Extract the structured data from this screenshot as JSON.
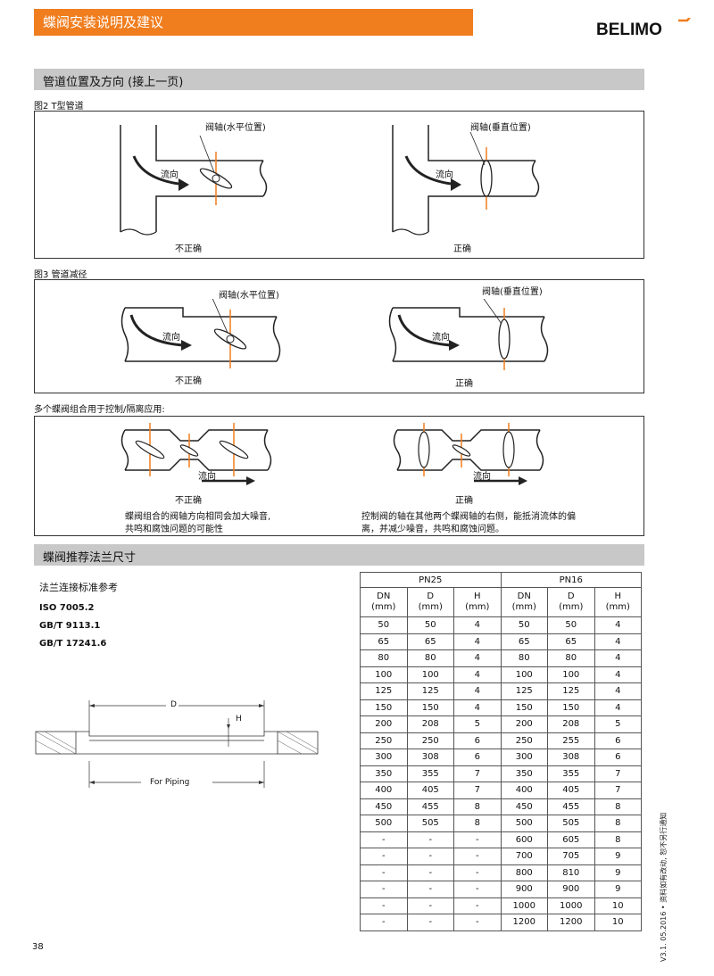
{
  "header": {
    "title": "蝶阀安装说明及建议",
    "brand": "BELIMO",
    "accent_color": "#f07d1e"
  },
  "section1": {
    "title": "管道位置及方向 (接上一页)",
    "fig2": {
      "caption": "图2  T型管道",
      "left": {
        "valve_label": "阀轴(水平位置)",
        "flow_label": "流向",
        "verdict": "不正确"
      },
      "right": {
        "valve_label": "阀轴(垂直位置)",
        "flow_label": "流向",
        "verdict": "正确"
      }
    },
    "fig3": {
      "caption": "图3  管道减径",
      "left": {
        "valve_label": "阀轴(水平位置)",
        "flow_label": "流向",
        "verdict": "不正确"
      },
      "right": {
        "valve_label": "阀轴(垂直位置)",
        "flow_label": "流向",
        "verdict": "正确"
      }
    },
    "multi": {
      "caption": "多个蝶阀组合用于控制/隔离应用:",
      "left": {
        "flow_label": "流向",
        "verdict": "不正确",
        "note_line1": "蝶阀组合的阀轴方向相同会加大噪音,",
        "note_line2": "共鸣和腐蚀问题的可能性"
      },
      "right": {
        "flow_label": "流向",
        "verdict": "正确",
        "note_line1": "控制阀的轴在其他两个蝶阀轴的右侧，能抵消流体的偏",
        "note_line2": "离，并减少噪音，共鸣和腐蚀问题。"
      }
    }
  },
  "section2": {
    "title": "蝶阀推荐法兰尺寸",
    "subtitle": "法兰连接标准参考",
    "standards": [
      "ISO 7005.2",
      "GB/T 9113.1",
      "GB/T 17241.6"
    ],
    "drawing": {
      "d_label": "D",
      "h_label": "H",
      "piping_label": "For Piping"
    },
    "table": {
      "groups": [
        "PN25",
        "PN16"
      ],
      "columns": [
        "DN\n(mm)",
        "D\n(mm)",
        "H\n(mm)",
        "DN\n(mm)",
        "D\n(mm)",
        "H\n(mm)"
      ],
      "rows": [
        [
          "50",
          "50",
          "4",
          "50",
          "50",
          "4"
        ],
        [
          "65",
          "65",
          "4",
          "65",
          "65",
          "4"
        ],
        [
          "80",
          "80",
          "4",
          "80",
          "80",
          "4"
        ],
        [
          "100",
          "100",
          "4",
          "100",
          "100",
          "4"
        ],
        [
          "125",
          "125",
          "4",
          "125",
          "125",
          "4"
        ],
        [
          "150",
          "150",
          "4",
          "150",
          "150",
          "4"
        ],
        [
          "200",
          "208",
          "5",
          "200",
          "208",
          "5"
        ],
        [
          "250",
          "250",
          "6",
          "250",
          "255",
          "6"
        ],
        [
          "300",
          "308",
          "6",
          "300",
          "308",
          "6"
        ],
        [
          "350",
          "355",
          "7",
          "350",
          "355",
          "7"
        ],
        [
          "400",
          "405",
          "7",
          "400",
          "405",
          "7"
        ],
        [
          "450",
          "455",
          "8",
          "450",
          "455",
          "8"
        ],
        [
          "500",
          "505",
          "8",
          "500",
          "505",
          "8"
        ],
        [
          "-",
          "-",
          "-",
          "600",
          "605",
          "8"
        ],
        [
          "-",
          "-",
          "-",
          "700",
          "705",
          "9"
        ],
        [
          "-",
          "-",
          "-",
          "800",
          "810",
          "9"
        ],
        [
          "-",
          "-",
          "-",
          "900",
          "900",
          "9"
        ],
        [
          "-",
          "-",
          "-",
          "1000",
          "1000",
          "10"
        ],
        [
          "-",
          "-",
          "-",
          "1200",
          "1200",
          "10"
        ]
      ]
    }
  },
  "footer": {
    "page_number": "38",
    "side_note": "V3.1. 05.2016 • 资料如有改动, 恕不另行通知"
  }
}
